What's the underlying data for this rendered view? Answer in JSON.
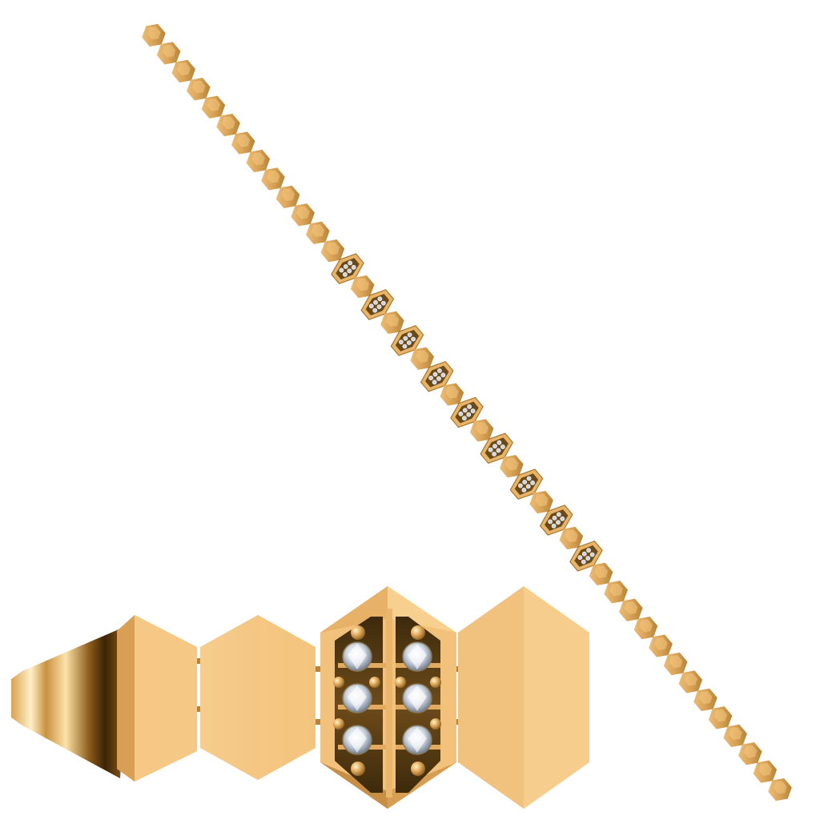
{
  "image": {
    "subject": "gold-hexagon-link-bracelet",
    "background_color": "#ffffff"
  },
  "palette": {
    "gold_light": "#f6c982",
    "gold_mid": "#e8b46a",
    "gold_dark": "#a8782f",
    "gold_deep": "#6b4a18",
    "gold_edge": "#c8924a",
    "diamond_light": "#ffffff",
    "diamond_mid": "#cfd6df",
    "diamond_dark": "#7d8a99",
    "pin_color": "#b5843d"
  },
  "bracelet_full_view": {
    "plain_links_start": 13,
    "diamond_stations": 9,
    "plain_links_between_stations": 1,
    "plain_links_end": 13,
    "stones_per_station": 6
  },
  "closeup_view": {
    "components": [
      "clasp",
      "plain-link",
      "diamond-station",
      "plain-link"
    ],
    "diamonds_count": 6,
    "gold_beads_count": 10
  }
}
